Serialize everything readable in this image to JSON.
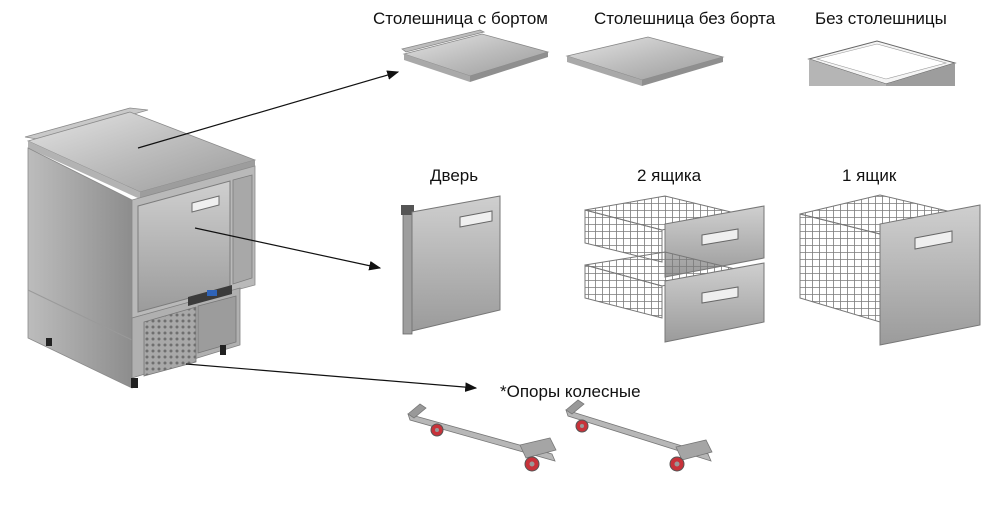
{
  "options": {
    "tops": [
      {
        "label": "Столешница с бортом"
      },
      {
        "label": "Столешница без борта"
      },
      {
        "label": "Без столешницы"
      }
    ],
    "fronts": [
      {
        "label": "Дверь"
      },
      {
        "label": "2 ящика"
      },
      {
        "label": "1 ящик"
      }
    ],
    "supports": {
      "label": "*Опоры колесные"
    }
  },
  "colors": {
    "steel_light": "#d7d7d7",
    "steel_mid": "#a9a9a9",
    "steel_dark": "#7c7c7c",
    "wheel_red": "#c8323a",
    "panel_blue": "#2e63b8",
    "arrow": "#111111"
  }
}
